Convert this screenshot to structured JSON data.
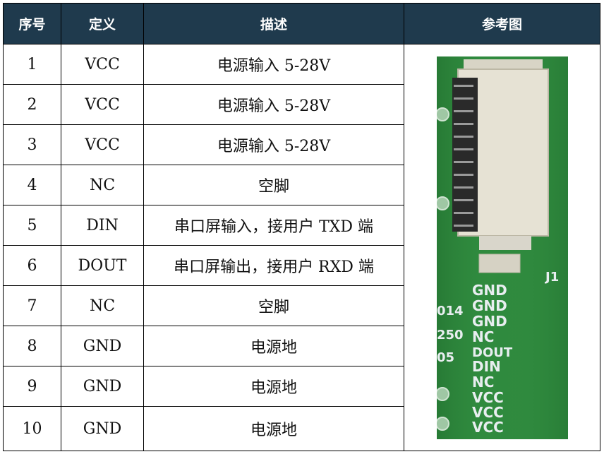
{
  "table": {
    "headers": [
      "序号",
      "定义",
      "描述",
      "参考图"
    ],
    "rows": [
      {
        "no": "1",
        "def": "VCC",
        "desc": "电源输入 5-28V"
      },
      {
        "no": "2",
        "def": "VCC",
        "desc": "电源输入 5-28V"
      },
      {
        "no": "3",
        "def": "VCC",
        "desc": "电源输入 5-28V"
      },
      {
        "no": "4",
        "def": "NC",
        "desc": "空脚"
      },
      {
        "no": "5",
        "def": "DIN",
        "desc": "串口屏输入，接用户 TXD 端"
      },
      {
        "no": "6",
        "def": "DOUT",
        "desc": "串口屏输出，接用户 RXD 端"
      },
      {
        "no": "7",
        "def": "NC",
        "desc": "空脚"
      },
      {
        "no": "8",
        "def": "GND",
        "desc": "电源地"
      },
      {
        "no": "9",
        "def": "GND",
        "desc": "电源地"
      },
      {
        "no": "10",
        "def": "GND",
        "desc": "电源地"
      }
    ]
  },
  "pcb": {
    "connector_label": "J1",
    "pin_labels": [
      "GND",
      "GND",
      "GND",
      "NC",
      "DOUT",
      "DIN",
      "NC",
      "VCC",
      "VCC",
      "VCC"
    ],
    "side_marks": [
      "014",
      "250",
      "05"
    ],
    "board_color": "#2f8a3e",
    "silk_color": "#e8eef0"
  }
}
